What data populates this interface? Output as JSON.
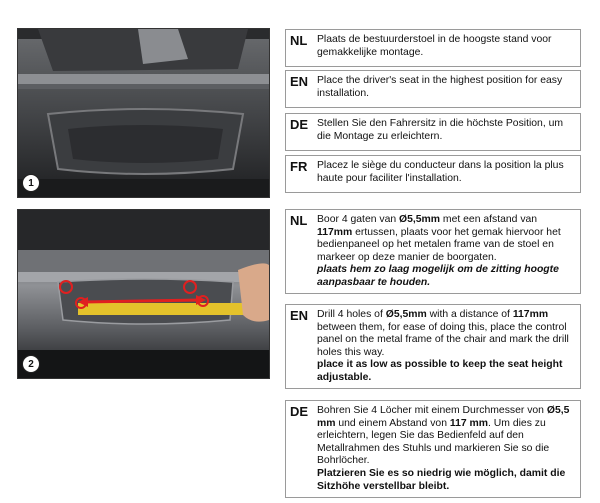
{
  "step1": {
    "number": "1",
    "items": [
      {
        "lang": "NL",
        "text": "Plaats de bestuurderstoel in de hoogste stand voor gemakkelijke montage."
      },
      {
        "lang": "EN",
        "text": "Place the driver's seat in the highest position for easy installation."
      },
      {
        "lang": "DE",
        "text": "Stellen Sie den Fahrersitz in die höchste Position, um die Montage zu erleichtern."
      },
      {
        "lang": "FR",
        "text": "Placez le siège du conducteur dans la position la plus haute pour faciliter l'installation."
      }
    ]
  },
  "step2": {
    "number": "2",
    "nl": {
      "lang": "NL",
      "p1": "Boor 4 gaten van ",
      "b1": "Ø5,5mm",
      "p2": " met een afstand van ",
      "b2": "117mm",
      "p3": " ertussen, plaats voor het gemak hiervoor het bedienpaneel op het metalen frame van de stoel en markeer op deze manier de boorgaten.",
      "note": "plaats hem zo laag mogelijk om de zitting hoogte aanpasbaar te houden."
    },
    "en": {
      "lang": "EN",
      "p1": "Drill 4 holes of ",
      "b1": "Ø5,5mm",
      "p2": " with a distance of ",
      "b2": "117mm",
      "p3": " between them, for ease of doing this, place the control panel on the metal frame of the chair and mark the drill holes this way.",
      "note": "place it as low as possible to keep the seat height adjustable."
    },
    "de": {
      "lang": "DE",
      "p1": "Bohren Sie 4 Löcher mit einem Durchmesser von ",
      "b1": "Ø5,5 mm",
      "p2": " und einem Abstand von ",
      "b2": "117 mm",
      "p3": ". Um dies zu erleichtern, legen Sie das Bedienfeld auf den Metallrahmen des Stuhls und markieren Sie so die Bohrlöcher.",
      "note": "Platzieren Sie es so niedrig wie möglich, damit die Sitzhöhe verstellbar bleibt."
    }
  }
}
